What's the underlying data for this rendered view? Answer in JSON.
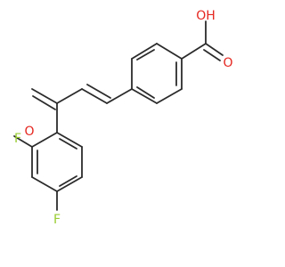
{
  "molecule": {
    "atoms": {
      "carboxyl_oh": "OH",
      "carboxyl_o": "O",
      "ketone_o": "O",
      "fluorine_ortho": "F",
      "fluorine_para": "F"
    },
    "colors": {
      "bond": "#2b2b2b",
      "oxygen": "#e5261f",
      "fluorine": "#9acd32"
    }
  }
}
